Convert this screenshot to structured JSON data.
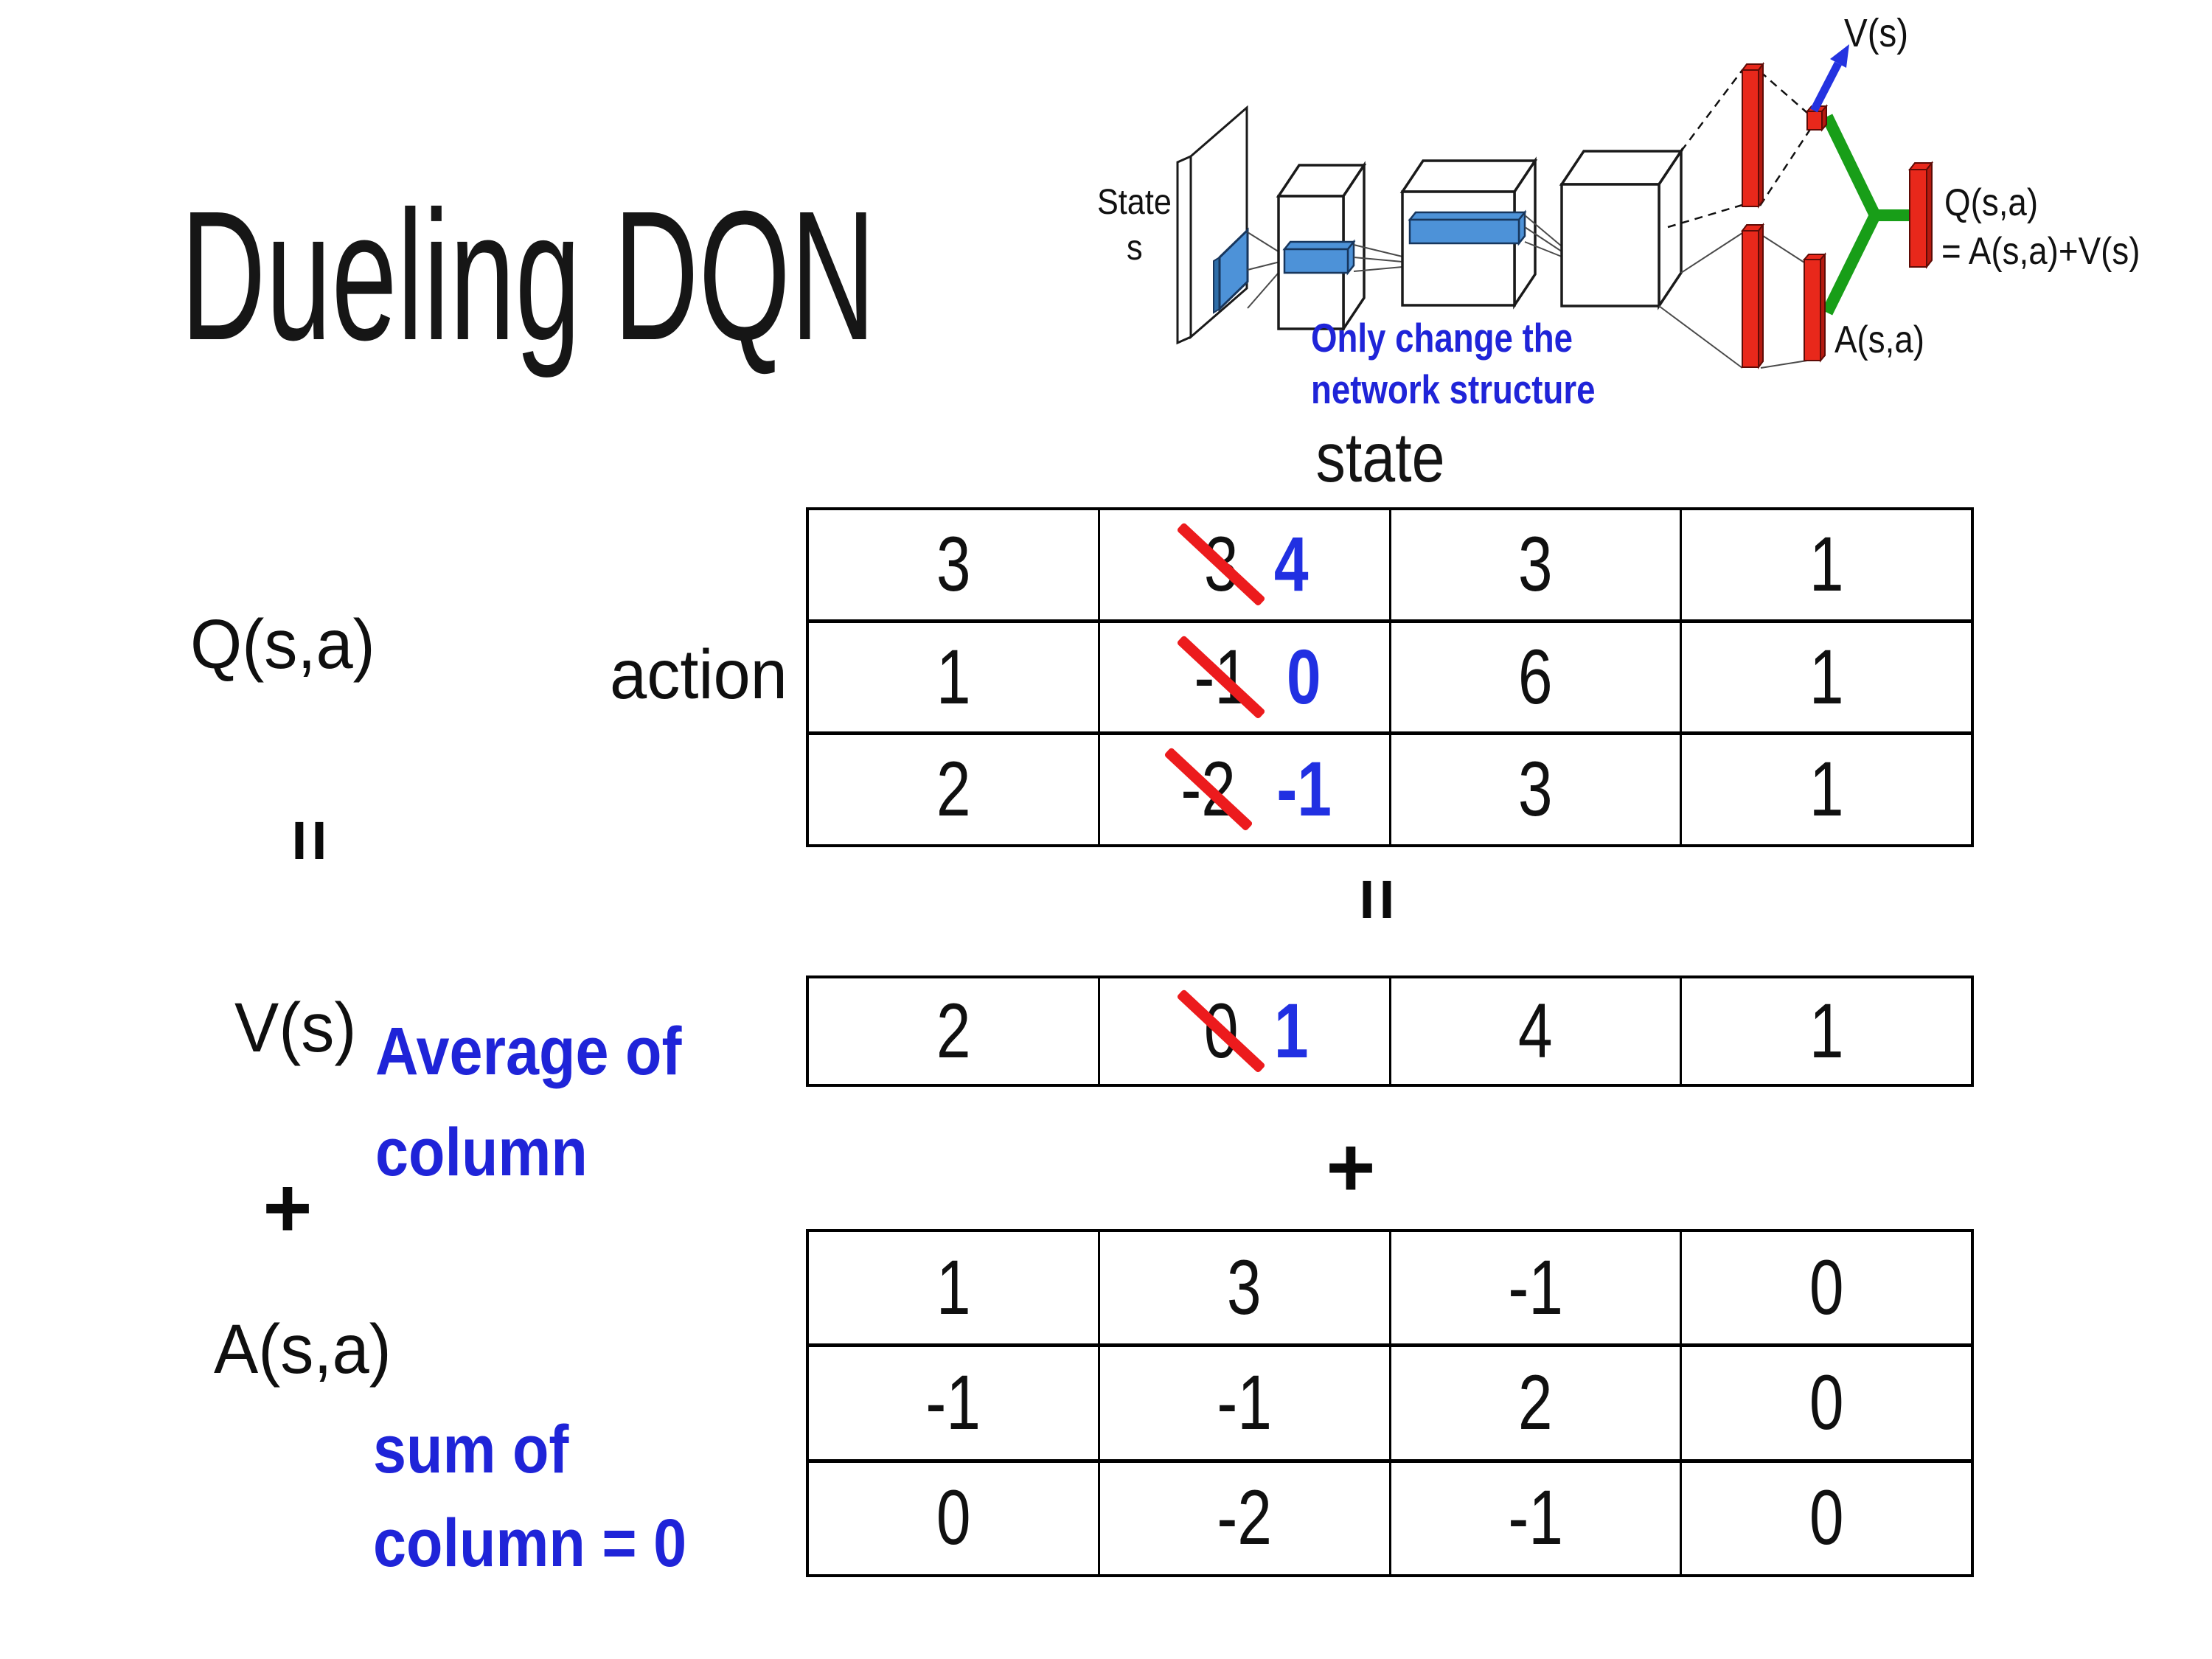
{
  "title": "Dueling DQN",
  "colors": {
    "bar_red": "#e8281b",
    "bar_red_side": "#b51a10",
    "slash_red": "#ec1b1d",
    "merge_green": "#189e18",
    "arrow_blue": "#2433e0",
    "note_blue": "#1f24d8",
    "new_value_blue": "#2130e2",
    "filter_blue": "#4d92d8"
  },
  "diagram": {
    "state_label_line1": "State",
    "state_label_line2": "s",
    "v_out_label": "V(s)",
    "q_out_label": "Q(s,a)",
    "q_out_formula": "= A(s,a)+V(s)",
    "a_out_label": "A(s,a)",
    "note_line1": "Only change the",
    "note_line2": "network structure"
  },
  "matrix_section": {
    "state_header": "state",
    "action_header": "action",
    "q_label": "Q(s,a)",
    "equals_symbol": "=",
    "plus_symbol": "+",
    "v_label": "V(s)",
    "avg_note_line1": "Average of",
    "avg_note_line2": "column",
    "a_label": "A(s,a)",
    "sum_note_line1": "sum of",
    "sum_note_line2": "column = 0",
    "q_table": {
      "rows": [
        {
          "c0": "3",
          "old": "3",
          "new": "4",
          "c2": "3",
          "c3": "1"
        },
        {
          "c0": "1",
          "old": "-1",
          "new": "0",
          "c2": "6",
          "c3": "1"
        },
        {
          "c0": "2",
          "old": "-2",
          "new": "-1",
          "c2": "3",
          "c3": "1"
        }
      ]
    },
    "v_table": {
      "c0": "2",
      "old": "0",
      "new": "1",
      "c2": "4",
      "c3": "1"
    },
    "a_table": {
      "rows": [
        [
          "1",
          "3",
          "-1",
          "0"
        ],
        [
          "-1",
          "-1",
          "2",
          "0"
        ],
        [
          "0",
          "-2",
          "-1",
          "0"
        ]
      ]
    }
  }
}
